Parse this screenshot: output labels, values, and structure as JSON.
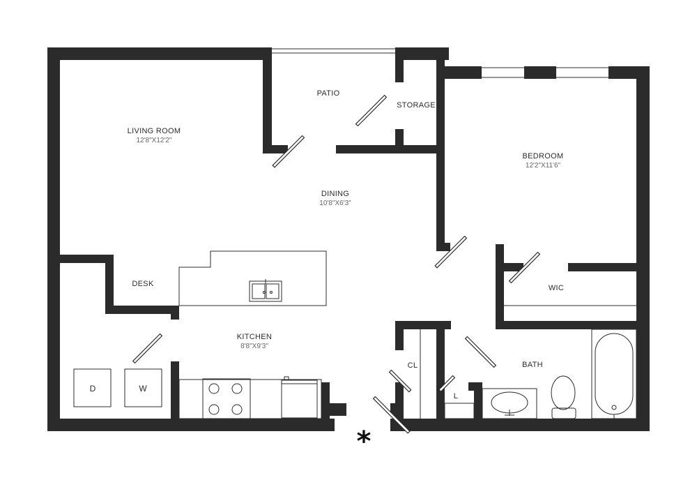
{
  "rooms": {
    "living_room": {
      "name": "LIVING ROOM",
      "size": "12'8\"X12'2\""
    },
    "patio": {
      "name": "PATIO"
    },
    "storage": {
      "name": "STORAGE"
    },
    "bedroom": {
      "name": "BEDROOM",
      "size": "12'2\"X11'6\""
    },
    "dining": {
      "name": "DINING",
      "size": "10'8\"X6'3\""
    },
    "desk": {
      "name": "DESK"
    },
    "wic": {
      "name": "WIC"
    },
    "kitchen": {
      "name": "KITCHEN",
      "size": "8'8\"X9'3\""
    },
    "closet": {
      "name": "CL"
    },
    "bath": {
      "name": "BATH"
    },
    "linen": {
      "name": "L"
    }
  },
  "appliances": {
    "dryer": "D",
    "washer": "W"
  },
  "entry_marker": "*"
}
